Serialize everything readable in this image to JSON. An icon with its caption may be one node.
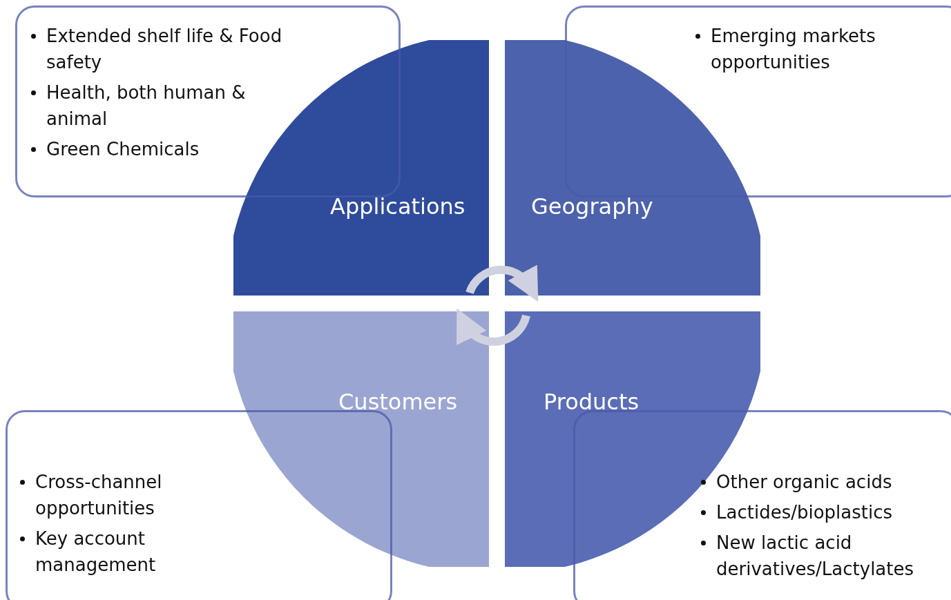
{
  "diagram": {
    "nodes": [
      {
        "text": [
          "Extended shelf life & Food safety",
          "Health, both human & animal",
          "Green Chemicals"
        ]
      },
      {
        "text": [
          "Emerging markets opportunities"
        ]
      },
      {
        "text": [
          "Applications"
        ]
      },
      {
        "text": [
          "Geography"
        ]
      },
      {
        "text": [
          "Customers"
        ]
      },
      {
        "text": [
          "Products"
        ]
      },
      {
        "text": [
          "Cross-channel opportunities",
          "Key account management"
        ]
      },
      {
        "text": [
          "Other organic acids",
          "Lactides/bioplastics",
          "New lactic acid derivatives/Lactylates"
        ]
      }
    ],
    "edges": [
      {
        "from": 2,
        "to": 3,
        "arrow": "to"
      },
      {
        "from": 5,
        "to": 4,
        "arrow": "to"
      }
    ]
  }
}
